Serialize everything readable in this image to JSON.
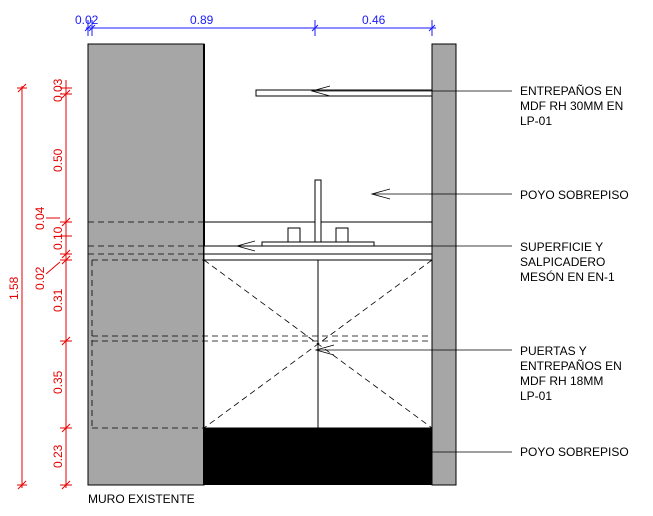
{
  "top_dimensions": [
    "0.02",
    "0.89",
    "0.46"
  ],
  "vertical_dimensions": {
    "total": "1.58",
    "segments": [
      "0.03",
      "0.50",
      "0.04",
      "0.10",
      "0.02",
      "0.31",
      "0.35",
      "0.23"
    ]
  },
  "annotations": [
    {
      "lines": [
        "ENTREPAÑOS EN",
        "MDF RH 30MM EN",
        "LP-01"
      ]
    },
    {
      "lines": [
        "POYO SOBREPISO"
      ]
    },
    {
      "lines": [
        "SUPERFICIE Y",
        "SALPICADERO",
        "MESÓN EN EN-1"
      ]
    },
    {
      "lines": [
        "PUERTAS Y",
        "ENTREPAÑOS EN",
        "MDF RH 18MM",
        "LP-01"
      ]
    },
    {
      "lines": [
        "POYO SOBREPISO"
      ]
    }
  ],
  "wall_label": "MURO EXISTENTE",
  "colors": {
    "wall": "#a6a6a6",
    "base": "#000000",
    "dim_blue": "#1a1aff",
    "dim_red": "#e60000"
  }
}
